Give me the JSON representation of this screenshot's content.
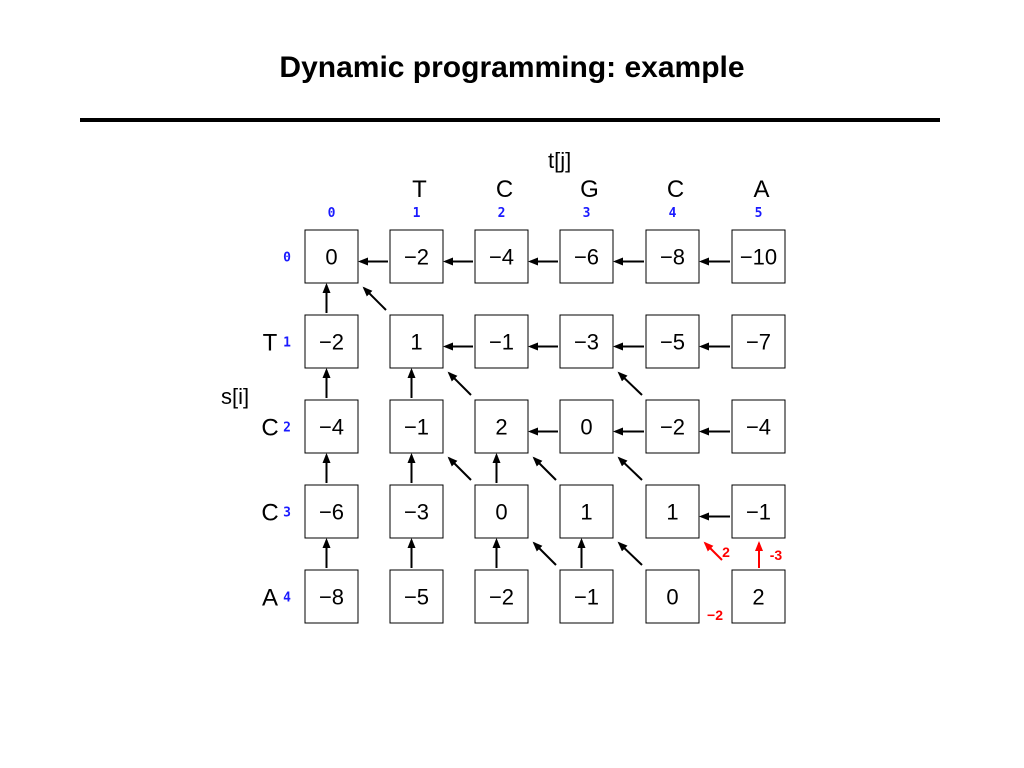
{
  "title": "Dynamic programming: example",
  "colors": {
    "index": "#1a1aff",
    "highlight": "#ff0000",
    "ink": "#000000"
  },
  "axis": {
    "t_label": "t[j]",
    "s_label": "s[i]"
  },
  "t_letters": [
    "T",
    "C",
    "G",
    "C",
    "A"
  ],
  "s_letters": [
    "T",
    "C",
    "C",
    "A"
  ],
  "col_indices": [
    "0",
    "1",
    "2",
    "3",
    "4",
    "5"
  ],
  "row_indices": [
    "0",
    "1",
    "2",
    "3",
    "4"
  ],
  "matrix": [
    [
      "0",
      "−2",
      "−4",
      "−6",
      "−8",
      "−10"
    ],
    [
      "−2",
      "1",
      "−1",
      "−3",
      "−5",
      "−7"
    ],
    [
      "−4",
      "−1",
      "2",
      "0",
      "−2",
      "−4"
    ],
    [
      "−6",
      "−3",
      "0",
      "1",
      "1",
      "−1"
    ],
    [
      "−8",
      "−5",
      "−2",
      "−1",
      "0",
      "2"
    ]
  ],
  "pointers": {
    "left": [
      [
        0,
        1
      ],
      [
        0,
        2
      ],
      [
        0,
        3
      ],
      [
        0,
        4
      ],
      [
        0,
        5
      ],
      [
        1,
        2
      ],
      [
        1,
        3
      ],
      [
        1,
        4
      ],
      [
        1,
        5
      ],
      [
        2,
        3
      ],
      [
        2,
        4
      ],
      [
        2,
        5
      ],
      [
        3,
        5
      ]
    ],
    "up": [
      [
        1,
        0
      ],
      [
        2,
        0
      ],
      [
        3,
        0
      ],
      [
        4,
        0
      ],
      [
        2,
        1
      ],
      [
        3,
        1
      ],
      [
        4,
        1
      ],
      [
        3,
        2
      ],
      [
        4,
        2
      ],
      [
        4,
        3
      ]
    ],
    "diag": [
      [
        1,
        1
      ],
      [
        2,
        2
      ],
      [
        2,
        4
      ],
      [
        3,
        2
      ],
      [
        3,
        3
      ],
      [
        3,
        4
      ],
      [
        4,
        3
      ],
      [
        4,
        4
      ]
    ]
  },
  "final_cell_scores": {
    "diag": "2",
    "up": "-3",
    "left": "−2"
  }
}
